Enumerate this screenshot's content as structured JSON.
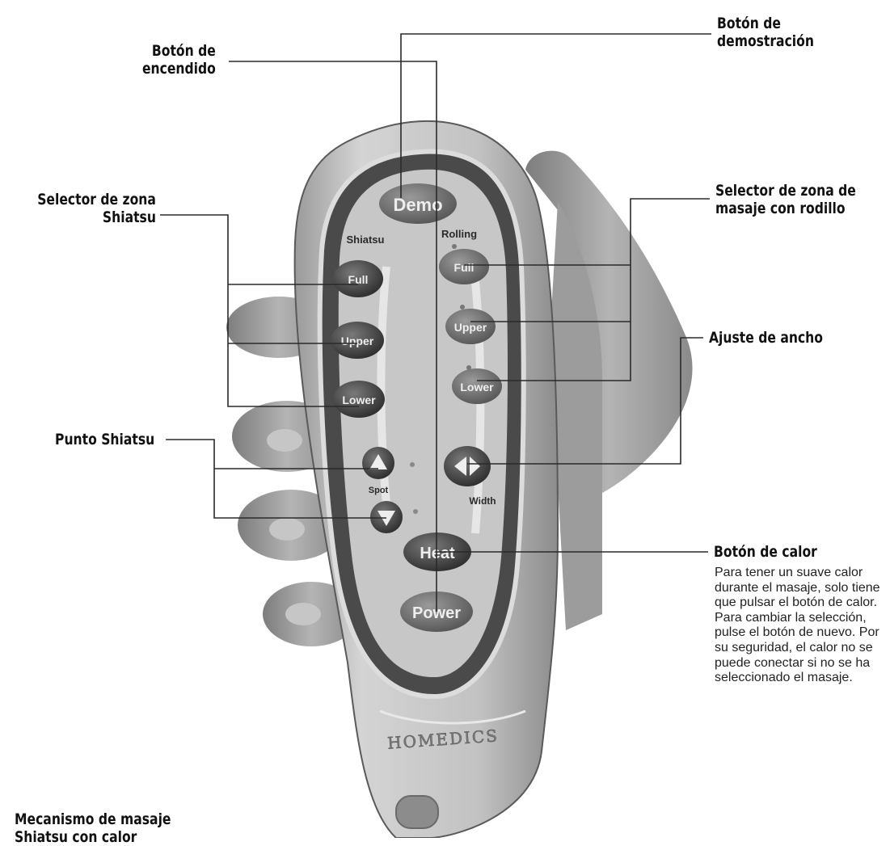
{
  "labels": {
    "encendido": [
      "Botón de",
      "encendido"
    ],
    "demo": [
      "Botón de",
      "demostración"
    ],
    "shiatsu_zone": [
      "Selector de zona",
      "Shiatsu"
    ],
    "rolling_zone": [
      "Selector de zona de",
      "masaje con rodillo"
    ],
    "width": "Ajuste de ancho",
    "spot": "Punto Shiatsu",
    "heat_title": "Botón de calor",
    "heat_desc": [
      "Para tener un suave calor",
      "durante el masaje, solo tiene",
      "que pulsar el botón de calor.",
      "Para cambiar la selección,",
      "pulse el botón de nuevo. Por",
      "su seguridad, el calor no se",
      "puede conectar si no se ha",
      "seleccionado el masaje."
    ],
    "bottom": [
      "Mecanismo de masaje",
      "Shiatsu con calor"
    ]
  },
  "remote": {
    "demo": "Demo",
    "shiatsu_heading": "Shiatsu",
    "rolling_heading": "Rolling",
    "shiatsu_buttons": [
      "Full",
      "Upper",
      "Lower"
    ],
    "rolling_buttons": [
      "Full",
      "Upper",
      "Lower"
    ],
    "spot": "Spot",
    "width": "Width",
    "heat": "Heat",
    "power": "Power",
    "brand": "HOMEDICS"
  }
}
